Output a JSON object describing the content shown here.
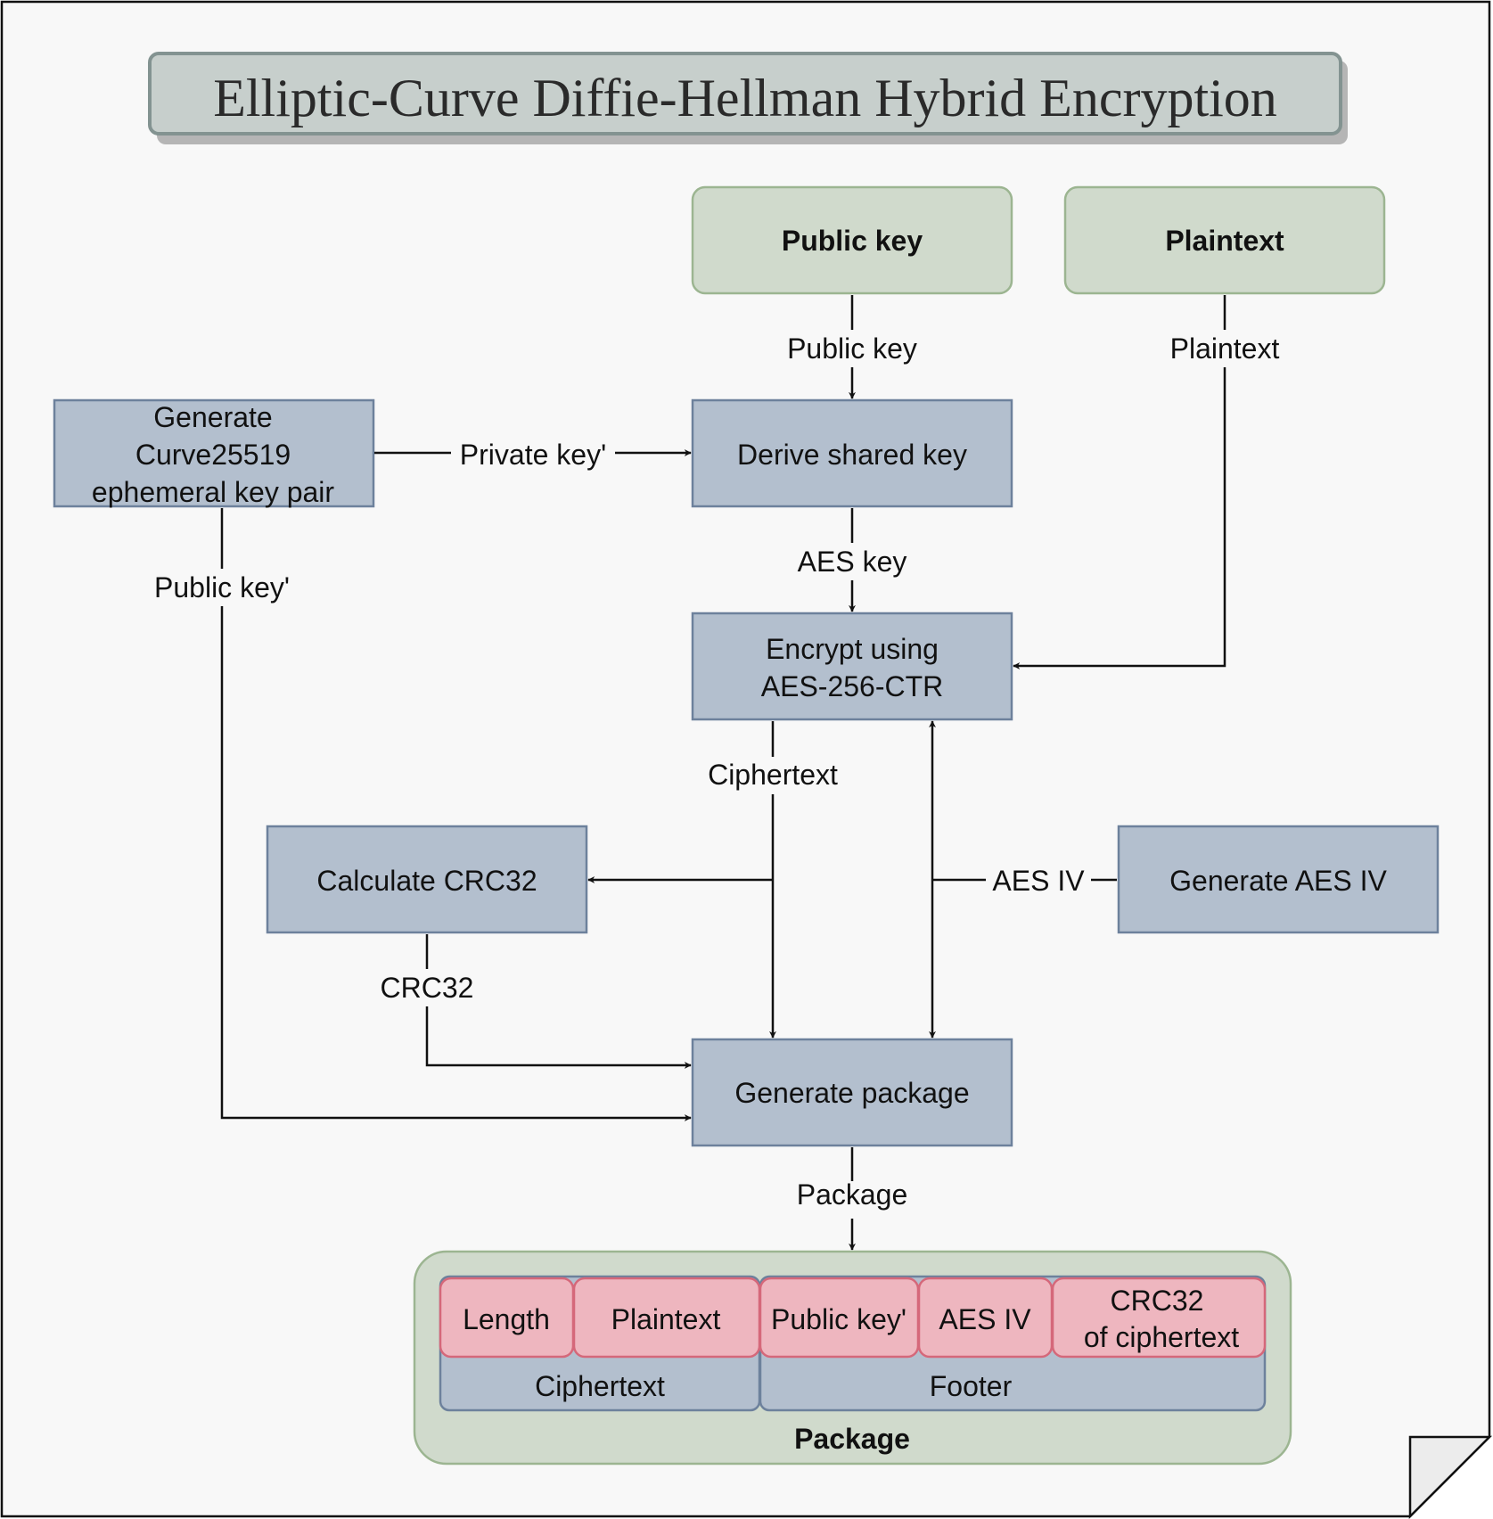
{
  "title": "Elliptic-Curve Diffie-Hellman Hybrid Encryption",
  "inputs": {
    "public_key": "Public key",
    "plaintext": "Plaintext"
  },
  "process": {
    "generate_keypair": [
      "Generate",
      "Curve25519",
      "ephemeral key pair"
    ],
    "derive_shared_key": "Derive shared key",
    "encrypt": [
      "Encrypt using",
      "AES-256-CTR"
    ],
    "calc_crc": "Calculate CRC32",
    "gen_iv": "Generate AES IV",
    "gen_package": "Generate package"
  },
  "edges": {
    "public_key": "Public key",
    "plaintext": "Plaintext",
    "private_key_prime": "Private key'",
    "aes_key": "AES key",
    "public_key_prime": "Public key'",
    "ciphertext": "Ciphertext",
    "aes_iv": "AES IV",
    "crc32": "CRC32",
    "package": "Package"
  },
  "package": {
    "title": "Package",
    "fields": {
      "length": "Length",
      "plaintext": "Plaintext",
      "public_key_prime": "Public key'",
      "aes_iv": "AES IV",
      "crc_line1": "CRC32",
      "crc_line2": "of ciphertext"
    },
    "groups": {
      "ciphertext": "Ciphertext",
      "footer": "Footer"
    }
  },
  "colors": {
    "background": "#f8f8f8",
    "title_fill": "#c7cfcc",
    "title_stroke": "#839391",
    "input_fill": "#d0dacc",
    "input_stroke": "#9cb591",
    "process_fill": "#b3bfce",
    "process_stroke": "#6d819c",
    "field_fill": "#eeb6bf",
    "field_stroke": "#d5687a"
  }
}
